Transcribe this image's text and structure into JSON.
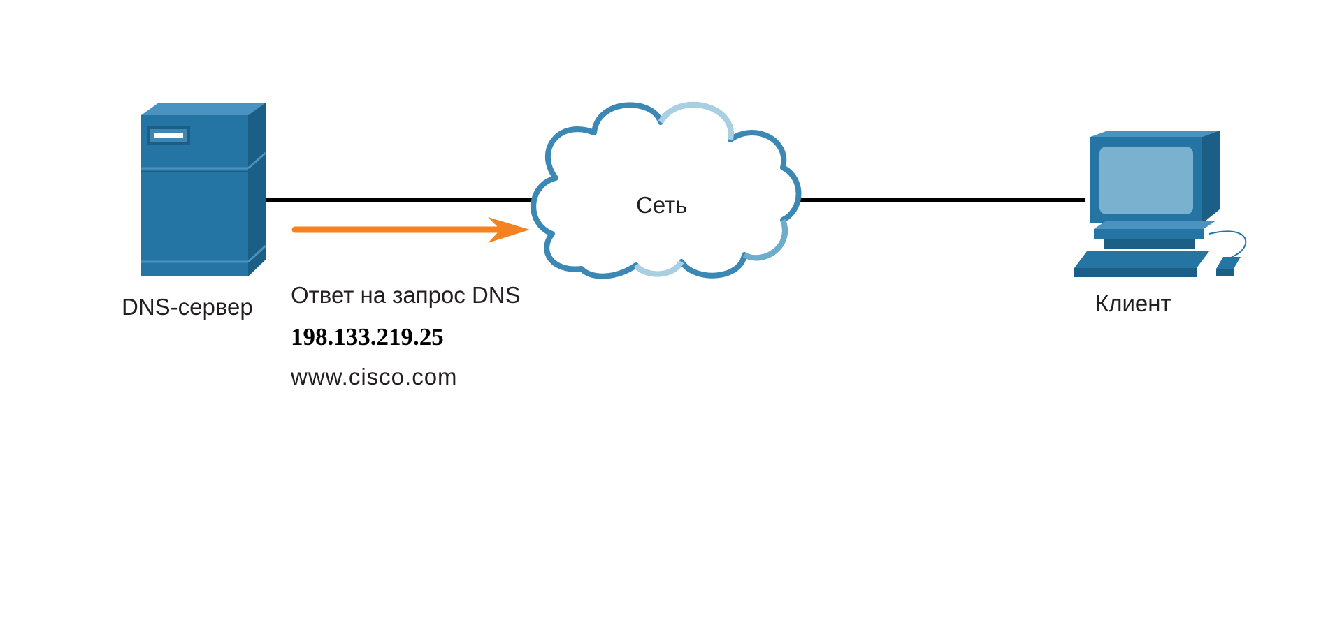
{
  "diagram": {
    "server": {
      "label": "DNS-сервер",
      "icon": "server-icon"
    },
    "network": {
      "label": "Сеть",
      "icon": "cloud-icon"
    },
    "client": {
      "label": "Клиент",
      "icon": "desktop-computer-icon"
    },
    "response": {
      "title": "Ответ на запрос DNS",
      "ip": "198.133.219.25",
      "domain": "www.cisco.com",
      "direction": "server-to-network"
    },
    "colors": {
      "device_blue": "#2474a4",
      "device_dark": "#1b5e86",
      "device_light": "#4a93c0",
      "cloud_stroke": "#3b88b4",
      "cloud_stroke_light": "#a9cfe2",
      "link_line": "#000000",
      "arrow": "#f58220",
      "screen": "#7ab1cf"
    }
  }
}
